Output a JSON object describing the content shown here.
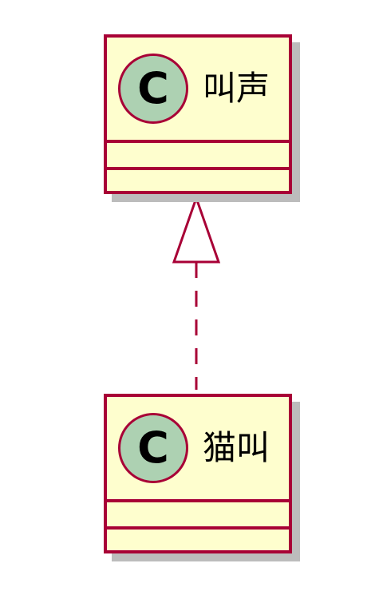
{
  "diagram": {
    "type": "class",
    "classes": [
      {
        "id": "interface",
        "name": "叫声",
        "stereotype_letter": "C"
      },
      {
        "id": "impl",
        "name": "猫叫",
        "stereotype_letter": "C"
      }
    ],
    "relations": [
      {
        "from": "impl",
        "to": "interface",
        "kind": "realization",
        "line_style": "dashed",
        "arrowhead": "hollow-triangle"
      }
    ]
  },
  "colors": {
    "class_fill": "#fefece",
    "class_border": "#a80036",
    "stereotype_circle_fill": "#add1b2",
    "shadow": "#bcbcbc",
    "relation_line": "#a80036"
  }
}
